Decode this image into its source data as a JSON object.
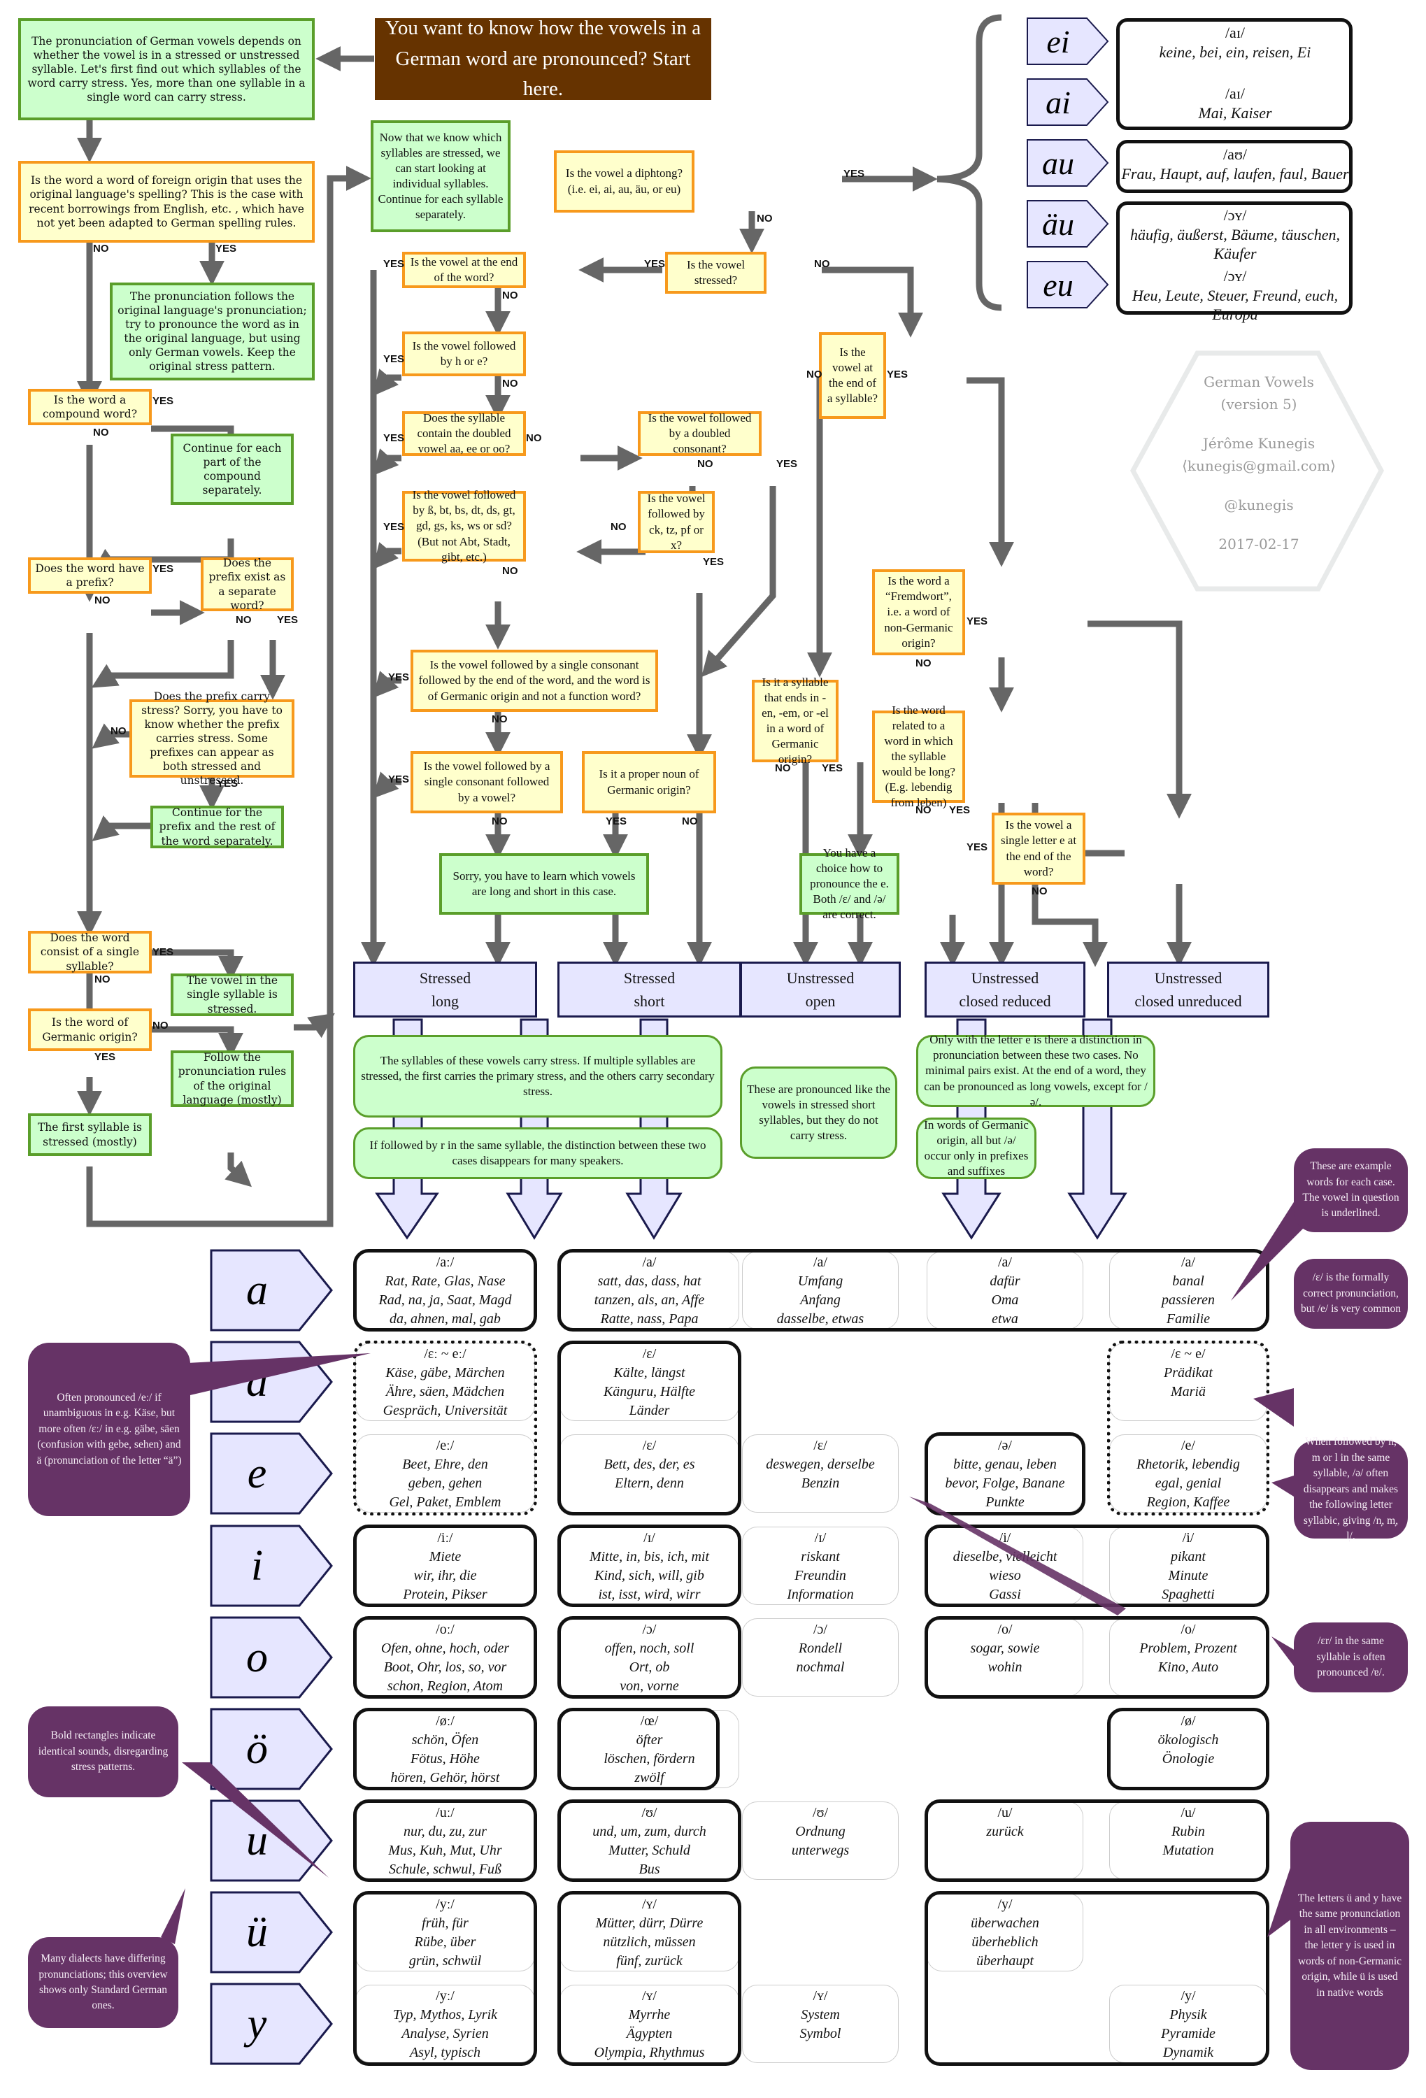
{
  "title": "You want to know how the vowels in a German word are pronounced?  Start here.",
  "stress_flow": {
    "intro": "The pronunciation of German vowels depends on whether the vowel is in a stressed or unstressed syllable.  Let's first find out which syllables of the word carry stress.  Yes, more than one syllable in a single word can carry stress.",
    "q_foreign": "Is the word a word of foreign origin that uses the original language's spelling?  This is the case with recent borrowings from English, etc. , which have not yet been adapted to German spelling rules.",
    "a_foreign": "The pronunciation follows the original language's pronunciation; try to pronounce the word as in the original language, but using only German vowels.  Keep the original stress pattern.",
    "q_compound": "Is the word a compound word?",
    "a_compound": "Continue  for each part of the compound separately.",
    "q_prefix": "Does the word have a prefix?",
    "q_prefix_word": "Does the prefix exist as a separate word?",
    "q_prefix_stress": "Does the prefix carry stress?  Sorry, you have to know whether the prefix carries stress.  Some prefixes can appear as both stressed and unstressed.",
    "a_prefix": "Continue for the prefix and the rest of the word separately.",
    "q_single": "Does the word consist of a single syllable?",
    "a_single": "The vowel in the single syllable is stressed.",
    "q_germanic": "Is the word of Germanic origin?",
    "a_germanic_yes": "The first syllable is stressed (mostly)",
    "a_germanic_no": "Follow the pronunciation rules of the original language (mostly)"
  },
  "vowel_flow": {
    "now": "Now that we know which syllables are stressed, we can start looking at individual syllables.  Continue for each syllable separately.",
    "q_diphthong": "Is the vowel a diphtong?",
    "q_diphthong_hint": "(i.e. ei, ai, au, äu, or eu)",
    "q_stressed": "Is the vowel stressed?",
    "q_end_word": "Is the vowel at the end of the word?",
    "q_h_e": "Is the vowel followed by h or e?",
    "q_doubled_vowel": "Does the syllable contain the doubled vowel aa, ee or oo?",
    "q_doubled_cons": "Is the vowel followed by a doubled consonant?",
    "q_ck": "Is the vowel followed by ck, tz, pf or x?",
    "q_clusters": "Is the vowel followed by ß, bt, bs, dt, ds, gt, gd, gs, ks, ws or sd? (But not Abt, Stadt, gibt, etc.)",
    "q_single_end": "Is the vowel followed by a single consonant followed by the end of the word, and the word is of Germanic origin and not a function word?",
    "q_single_vowel": "Is the vowel followed by a single consonant followed by a vowel?",
    "q_proper": "Is it a proper noun of Germanic origin?",
    "a_learn": "Sorry, you have to learn which vowels are long and short in this case.",
    "q_end_syll": "Is the vowel at the end of a syllable?",
    "q_en": "Is it a syllable that ends in -en, -em, or -el in a word of Germanic origin?",
    "a_choice": "You have a choice how to pronounce the e.  Both /ɛ/ and /ə/ are correct.",
    "q_fremdwort": "Is the word a “Fremdwort”, i.e. a word of non-Germanic origin?",
    "q_related": "Is the word related to a word in which the syllable would be long? (E.g. lebendig from leben)",
    "q_single_e": "Is the vowel a single letter e at the end of the word?"
  },
  "labels": {
    "yes": "YES",
    "no": "NO"
  },
  "categories": [
    {
      "line1": "Stressed",
      "line2": "long"
    },
    {
      "line1": "Stressed",
      "line2": "short"
    },
    {
      "line1": "Unstressed",
      "line2": "open"
    },
    {
      "line1": "Unstressed",
      "line2": "closed reduced"
    },
    {
      "line1": "Unstressed",
      "line2": "closed unreduced"
    }
  ],
  "category_notes": {
    "stressed": "The syllables of these vowels carry stress. If multiple syllables are stressed, the first carries the primary stress, and the others carry secondary stress.",
    "r_note": "If followed by r in the same syllable, the distinction between these two cases disappears for many speakers.",
    "open": "These are pronounced like the vowels in stressed short syllables, but they do not carry stress.",
    "closed": "Only with the letter e is there a distinction in pronunciation between these two cases.  No minimal pairs exist.  At the end of a word, they can be pronounced as long vowels, except for /ə/.",
    "germanic": "In words of Germanic origin, all but /ə/ occur only in prefixes and suffixes"
  },
  "diphthongs": [
    {
      "letters": "ei",
      "ipa": "/aɪ/",
      "words": "keine, bei, ein, reisen, Ei"
    },
    {
      "letters": "ai",
      "ipa": "/aɪ/",
      "words": "Mai, Kaiser"
    },
    {
      "letters": "au",
      "ipa": "/aʊ/",
      "words": "Frau, Haupt, auf, laufen, faul, Bauer"
    },
    {
      "letters": "äu",
      "ipa": "/ɔʏ/",
      "words": "häufig, äußerst, Bäume, täuschen, Käufer"
    },
    {
      "letters": "eu",
      "ipa": "/ɔʏ/",
      "words": "Heu, Leute, Steuer, Freund, euch, Europa"
    }
  ],
  "credits": {
    "name": "German Vowels",
    "version": "(version 5)",
    "author": "Jérôme Kunegis",
    "email": "⟨kunegis@gmail.com⟩",
    "handle": "@kunegis",
    "date": "2017-02-17"
  },
  "vowels": [
    {
      "letter": "a",
      "cells": [
        {
          "ipa": "/aː/",
          "lines": [
            "Rat, Rate, Glas, Nase",
            "Rad, na, ja, Saat, Magd",
            "da, ahnen, mal, gab"
          ]
        },
        {
          "ipa": "/a/",
          "lines": [
            "satt, das, dass, hat",
            "tanzen, als, an, Affe",
            "Ratte, nass, Papa"
          ]
        },
        {
          "ipa": "/a/",
          "lines": [
            "Umfang",
            "Anfang",
            "dasselbe, etwas"
          ]
        },
        {
          "ipa": "/a/",
          "lines": [
            "dafür",
            "Oma",
            "etwa"
          ]
        },
        {
          "ipa": "/a/",
          "lines": [
            "banal",
            "passieren",
            "Familie"
          ]
        }
      ]
    },
    {
      "letter": "ä",
      "cells": [
        {
          "ipa": "/ɛː ~ eː/",
          "lines": [
            "Käse, gäbe, Märchen",
            "Ähre, säen, Mädchen",
            "Gespräch, Universität"
          ]
        },
        {
          "ipa": "/ɛ/",
          "lines": [
            "Kälte, längst",
            "Känguru, Hälfte",
            "Länder"
          ]
        },
        null,
        null,
        {
          "ipa": "/ɛ ~ e/",
          "lines": [
            "Prädikat",
            "Mariä"
          ]
        }
      ]
    },
    {
      "letter": "e",
      "cells": [
        {
          "ipa": "/eː/",
          "lines": [
            "Beet, Ehre, den",
            "geben, gehen",
            "Gel, Paket, Emblem"
          ]
        },
        {
          "ipa": "/ɛ/",
          "lines": [
            "Bett, des, der, es",
            "Eltern, denn"
          ]
        },
        {
          "ipa": "/ɛ/",
          "lines": [
            "deswegen, derselbe",
            "Benzin"
          ]
        },
        {
          "ipa": "/ə/",
          "lines": [
            "bitte, genau, leben",
            "bevor, Folge, Banane",
            "Punkte"
          ]
        },
        {
          "ipa": "/e/",
          "lines": [
            "Rhetorik, lebendig",
            "egal, genial",
            "Region, Kaffee"
          ]
        }
      ]
    },
    {
      "letter": "i",
      "cells": [
        {
          "ipa": "/iː/",
          "lines": [
            "Miete",
            "wir, ihr, die",
            "Protein, Pikser"
          ]
        },
        {
          "ipa": "/ɪ/",
          "lines": [
            "Mitte, in, bis, ich, mit",
            "Kind, sich, will, gib",
            "ist, isst, wird, wirr"
          ]
        },
        {
          "ipa": "/ɪ/",
          "lines": [
            "riskant",
            "Freundin",
            "Information"
          ]
        },
        {
          "ipa": "/i/",
          "lines": [
            "dieselbe, vielleicht",
            "wieso",
            "Gassi"
          ]
        },
        {
          "ipa": "/i/",
          "lines": [
            "pikant",
            "Minute",
            "Spaghetti"
          ]
        }
      ]
    },
    {
      "letter": "o",
      "cells": [
        {
          "ipa": "/oː/",
          "lines": [
            "Ofen, ohne, hoch, oder",
            "Boot, Ohr, los, so, vor",
            "schon, Region, Atom"
          ]
        },
        {
          "ipa": "/ɔ/",
          "lines": [
            "offen, noch, soll",
            "Ort, ob",
            "von, vorne"
          ]
        },
        {
          "ipa": "/ɔ/",
          "lines": [
            "Rondell",
            "nochmal"
          ]
        },
        {
          "ipa": "/o/",
          "lines": [
            "sogar, sowie",
            "wohin"
          ]
        },
        {
          "ipa": "/o/",
          "lines": [
            "Problem, Prozent",
            "Kino, Auto"
          ]
        }
      ]
    },
    {
      "letter": "ö",
      "cells": [
        {
          "ipa": "/øː/",
          "lines": [
            "schön, Öfen",
            "Fötus, Höhe",
            "hören, Gehör, hörst"
          ]
        },
        {
          "ipa": "/œ/",
          "lines": [
            "öfter",
            "löschen, fördern",
            "zwölf"
          ]
        },
        null,
        null,
        {
          "ipa": "/ø/",
          "lines": [
            "ökologisch",
            "Önologie"
          ]
        }
      ]
    },
    {
      "letter": "u",
      "cells": [
        {
          "ipa": "/uː/",
          "lines": [
            "nur, du, zu, zur",
            "Mus, Kuh, Mut, Uhr",
            "Schule, schwul, Fuß"
          ]
        },
        {
          "ipa": "/ʊ/",
          "lines": [
            "und, um, zum, durch",
            "Mutter, Schuld",
            "Bus"
          ]
        },
        {
          "ipa": "/ʊ/",
          "lines": [
            "Ordnung",
            "unterwegs"
          ]
        },
        {
          "ipa": "/u/",
          "lines": [
            "zurück"
          ]
        },
        {
          "ipa": "/u/",
          "lines": [
            "Rubin",
            "Mutation"
          ]
        }
      ]
    },
    {
      "letter": "ü",
      "cells": [
        {
          "ipa": "/yː/",
          "lines": [
            "früh, für",
            "Rübe, über",
            "grün, schwül"
          ]
        },
        {
          "ipa": "/ʏ/",
          "lines": [
            "Mütter, dürr, Dürre",
            "nützlich, müssen",
            "fünf, zurück"
          ]
        },
        null,
        {
          "ipa": "/y/",
          "lines": [
            "überwachen",
            "überheblich",
            "überhaupt"
          ]
        },
        null
      ]
    },
    {
      "letter": "y",
      "cells": [
        {
          "ipa": "/yː/",
          "lines": [
            "Typ, Mythos, Lyrik",
            "Analyse, Syrien",
            "Asyl, typisch"
          ]
        },
        {
          "ipa": "/ʏ/",
          "lines": [
            "Myrrhe",
            "Ägypten",
            "Olympia, Rhythmus"
          ]
        },
        {
          "ipa": "/ʏ/",
          "lines": [
            "System",
            "Symbol"
          ]
        },
        null,
        {
          "ipa": "/y/",
          "lines": [
            "Physik",
            "Pyramide",
            "Dynamik"
          ]
        }
      ]
    }
  ],
  "notes": {
    "examples": "These are example words for each case. The vowel in question is underlined.",
    "ae_long": "Often pronounced /eː/ if unambiguous in e.g. Käse, but more often /ɛː/ in e.g. gäbe, säen (confusion with gebe, sehen) and ä (pronunciation of the letter “ä”)",
    "formal_e": "/ɛ/ is the formally correct pronunciation, but /e/ is very common",
    "schwa": "When followed by n, m or l in the same syllable, /ə/ often disappears and makes the following letter syllabic, giving /n̩, m̩, l̩/.",
    "er": "/ɛr/ in the same syllable is often pronounced /ɐ/.",
    "bold": "Bold rectangles indicate identical sounds, disregarding stress patterns.",
    "dialects": "Many dialects have differing pronunciations; this overview shows only Standard German ones.",
    "ue_y": "The letters ü and y have the same pronunciation in all environments – the letter y is used in words of non-Germanic origin, while ü is used in native words"
  },
  "colors": {
    "question_fill": "#ffffcc",
    "question_border": "#f7991c",
    "answer_fill": "#ccffcc",
    "answer_border": "#5a9e2a",
    "title_fill": "#663300",
    "category_fill": "#e6e6ff",
    "note_fill": "#663366",
    "arrow": "#666666"
  }
}
